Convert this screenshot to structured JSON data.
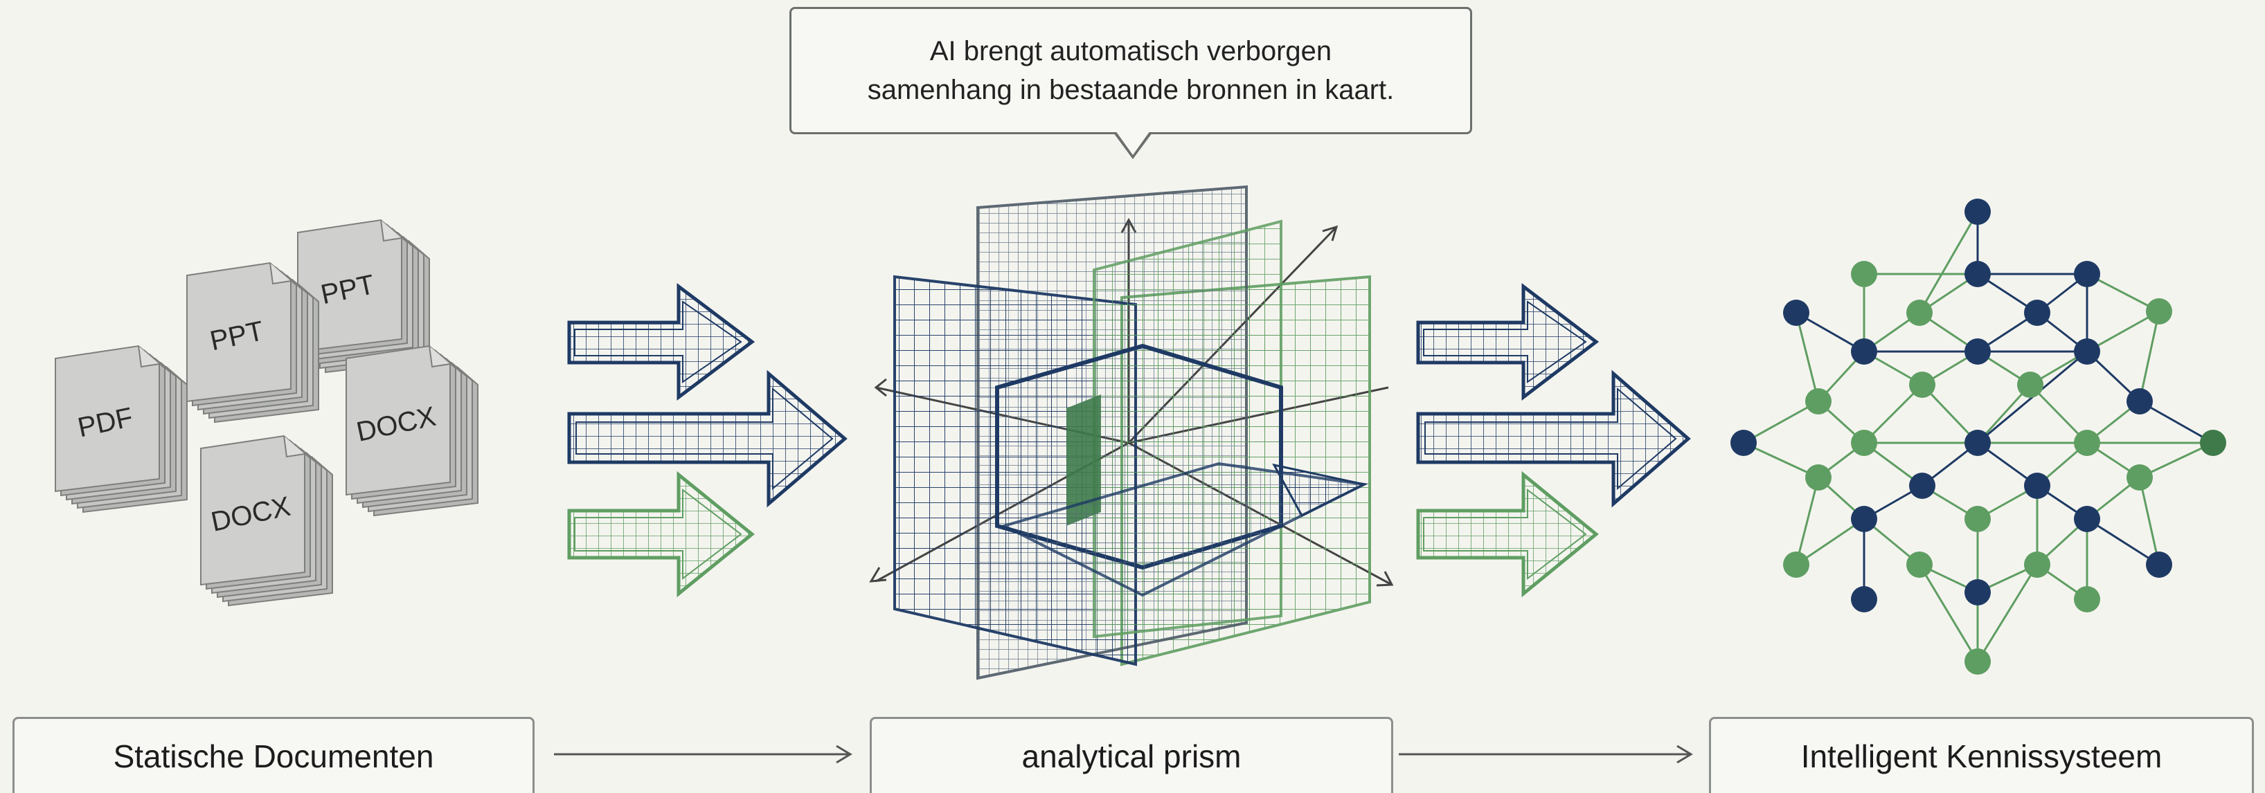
{
  "callout": {
    "line1": "AI brengt automatisch verborgen",
    "line2": "samenhang in bestaande bronnen in kaart."
  },
  "documents": [
    {
      "label": "PPT"
    },
    {
      "label": "PPT"
    },
    {
      "label": "PDF"
    },
    {
      "label": "DOCX"
    },
    {
      "label": "DOCX"
    }
  ],
  "stages": [
    {
      "label": "Statische Documenten"
    },
    {
      "label": "analytical prism"
    },
    {
      "label": "Intelligent Kennissysteem"
    }
  ],
  "colors": {
    "navy": "#1e3a64",
    "green": "#5f9e62",
    "dark_green": "#3e7a4a",
    "paper": "#f4f4ef"
  }
}
